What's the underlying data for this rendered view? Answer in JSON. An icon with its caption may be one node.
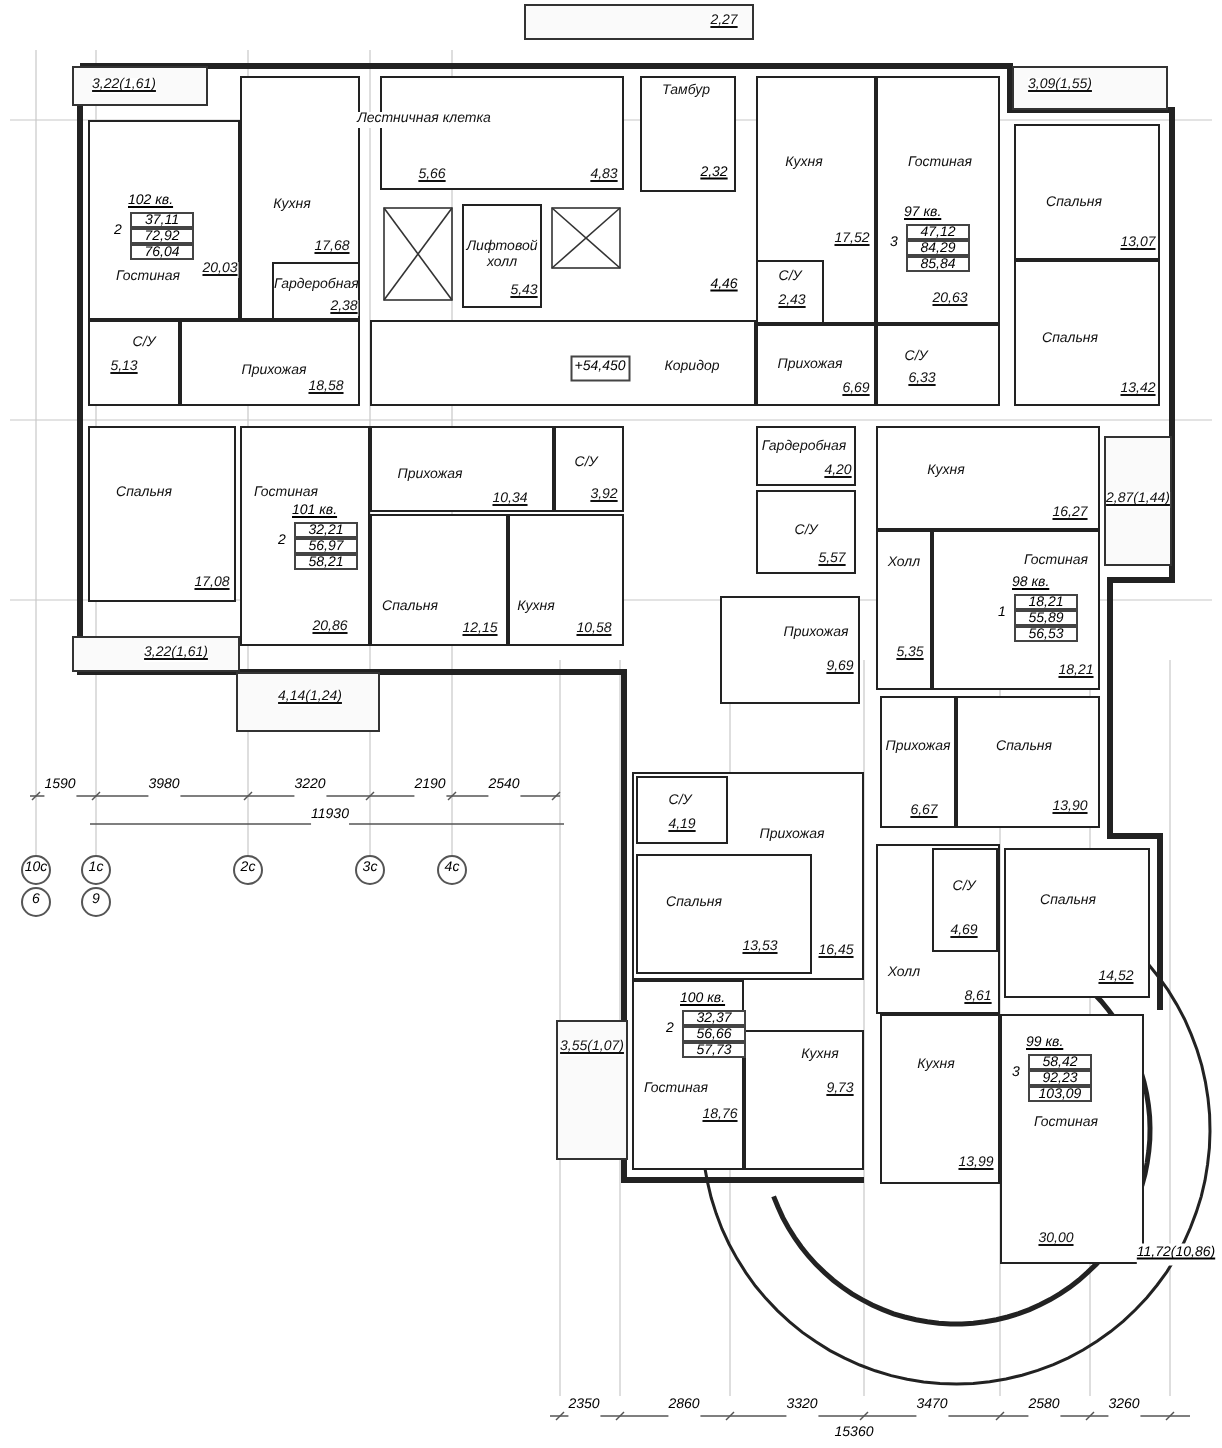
{
  "diagram": {
    "nodes": [
      {
        "text": [
          "Гостиная",
          "20,03"
        ]
      },
      {
        "text": [
          "Кухня",
          "17,68"
        ]
      },
      {
        "text": [
          "Гардеробная",
          "2,38"
        ],
        "in": 1
      },
      {
        "text": [
          "Лестничная клетка",
          "5,66",
          "4,83"
        ]
      },
      {
        "text": [
          "Лифтовой холл",
          "5,43"
        ]
      },
      {
        "text": [
          "С/У",
          "5,13"
        ]
      },
      {
        "text": [
          "Прихожая",
          "18,58"
        ]
      },
      {
        "text": [
          "Коридор"
        ]
      },
      {
        "text": [
          "Тамбур"
        ]
      },
      {
        "text": [
          "Кухня",
          "17,52"
        ]
      },
      {
        "text": [
          "С/У",
          "2,43"
        ],
        "in": 9
      },
      {
        "text": [
          "Гостиная",
          "20,63"
        ]
      },
      {
        "text": [
          "Прихожая",
          "6,69"
        ]
      },
      {
        "text": [
          "С/У",
          "6,33"
        ]
      },
      {
        "text": [
          "Спальня",
          "13,07"
        ]
      },
      {
        "text": [
          "Спальня",
          "13,42"
        ]
      },
      {
        "text": [
          "Спальня",
          "17,08"
        ]
      },
      {
        "text": [
          "Гостиная",
          "20,86"
        ]
      },
      {
        "text": [
          "Прихожая",
          "10,34"
        ]
      },
      {
        "text": [
          "С/У",
          "3,92"
        ]
      },
      {
        "text": [
          "Спальня",
          "12,15"
        ]
      },
      {
        "text": [
          "Кухня",
          "10,58"
        ]
      },
      {
        "text": [
          "Гардеробная",
          "4,20"
        ]
      },
      {
        "text": [
          "С/У",
          "5,57"
        ]
      },
      {
        "text": [
          "Прихожая",
          "9,69"
        ]
      },
      {
        "text": [
          "Кухня",
          "16,27"
        ]
      },
      {
        "text": [
          "Холл",
          "5,35"
        ]
      },
      {
        "text": [
          "Гостиная",
          "18,21"
        ]
      },
      {
        "text": [
          "Прихожая",
          "6,67"
        ]
      },
      {
        "text": [
          "Спальня",
          "13,90"
        ]
      },
      {
        "text": [
          "Прихожая",
          "16,45"
        ]
      },
      {
        "text": [
          "С/У",
          "4,19"
        ],
        "in": 30
      },
      {
        "text": [
          "Спальня",
          "13,53"
        ],
        "in": 30
      },
      {
        "text": [
          "Гостиная",
          "18,76"
        ]
      },
      {
        "text": [
          "Кухня",
          "9,73"
        ]
      },
      {
        "text": [
          "Холл",
          "8,61"
        ]
      },
      {
        "text": [
          "С/У",
          "4,69"
        ],
        "in": 35
      },
      {
        "text": [
          "Спальня",
          "14,52"
        ]
      },
      {
        "text": [
          "Кухня",
          "13,99"
        ]
      },
      {
        "text": [
          "Гостиная",
          "30,00"
        ]
      },
      {
        "text": [
          "3,22(1,61)"
        ]
      },
      {
        "text": [
          "3,09(1,55)"
        ]
      },
      {
        "text": [
          "3,22(1,61)"
        ]
      },
      {
        "text": [
          "4,14(1,24)"
        ]
      },
      {
        "text": [
          "2,87(1,44)"
        ]
      },
      {
        "text": [
          "3,55(1,07)"
        ]
      },
      {
        "text": [
          "2,27"
        ]
      }
    ],
    "labels": [
      "102 кв.",
      "2",
      "37,11",
      "72,92",
      "76,04",
      "97 кв.",
      "3",
      "47,12",
      "84,29",
      "85,84",
      "101 кв.",
      "2",
      "32,21",
      "56,97",
      "58,21",
      "98 кв.",
      "1",
      "18,21",
      "55,89",
      "56,53",
      "100 кв.",
      "2",
      "32,37",
      "56,66",
      "57,73",
      "99 кв.",
      "3",
      "58,42",
      "92,23",
      "103,09",
      "2,32",
      "4,46",
      "+54,450",
      "11,72(10,86)",
      "1590",
      "3980",
      "3220",
      "2190",
      "2540",
      "11930",
      "10с",
      "1с",
      "2с",
      "3с",
      "4с",
      "6",
      "9",
      "2350",
      "2860",
      "3320",
      "3470",
      "2580",
      "3260",
      "15360"
    ]
  }
}
